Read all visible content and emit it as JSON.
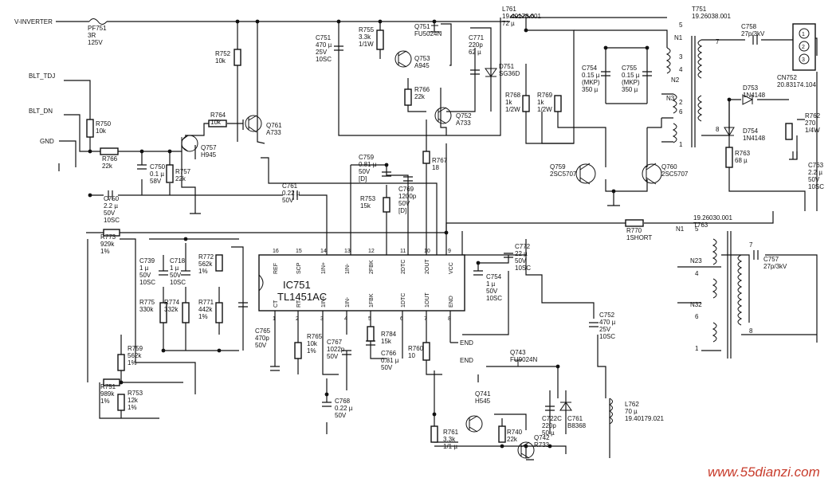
{
  "net_labels": {
    "vinverter": "V-INVERTER",
    "blt_tdj": "BLT_TDJ",
    "blt_dn": "BLT_DN",
    "gnd": "GND",
    "end1": "END",
    "end2": "END"
  },
  "ic": {
    "ref": "IC751",
    "part": "TL1451AC",
    "top_pins": [
      {
        "num": "16",
        "name": "REF"
      },
      {
        "num": "15",
        "name": "SCP"
      },
      {
        "num": "14",
        "name": "1IN+"
      },
      {
        "num": "13",
        "name": "1IN-"
      },
      {
        "num": "12",
        "name": "2FBK"
      },
      {
        "num": "11",
        "name": "2DTC"
      },
      {
        "num": "10",
        "name": "2OUT"
      },
      {
        "num": "9",
        "name": "VCC"
      }
    ],
    "bottom_pins": [
      {
        "num": "1",
        "name": "CT"
      },
      {
        "num": "2",
        "name": "RT"
      },
      {
        "num": "3",
        "name": "1IN+"
      },
      {
        "num": "4",
        "name": "1IN-"
      },
      {
        "num": "5",
        "name": "1FBK"
      },
      {
        "num": "6",
        "name": "1DTC"
      },
      {
        "num": "7",
        "name": "1OUT"
      },
      {
        "num": "8",
        "name": "END"
      }
    ]
  },
  "components": [
    {
      "id": "pf751",
      "l1": "PF751",
      "l2": "3R",
      "l3": "125V"
    },
    {
      "id": "r752",
      "l1": "R752",
      "l2": "10k"
    },
    {
      "id": "r750",
      "l1": "R750",
      "l2": "10k"
    },
    {
      "id": "r766a",
      "l1": "R766",
      "l2": "22k"
    },
    {
      "id": "c750",
      "l1": "C750",
      "l2": "0.1 µ",
      "l3": "58V"
    },
    {
      "id": "r757",
      "l1": "R757",
      "l2": "22k"
    },
    {
      "id": "q757",
      "l1": "Q757",
      "l2": "H945"
    },
    {
      "id": "r764",
      "l1": "R764",
      "l2": "10k"
    },
    {
      "id": "q761",
      "l1": "Q761",
      "l2": "A733"
    },
    {
      "id": "c751",
      "l1": "C751",
      "l2": "470 µ",
      "l3": "25V",
      "l4": "10SC"
    },
    {
      "id": "r755",
      "l1": "R755",
      "l2": "3.3k",
      "l3": "1/1W"
    },
    {
      "id": "q753",
      "l1": "Q753",
      "l2": "A945"
    },
    {
      "id": "r766b",
      "l1": "R766",
      "l2": "22k"
    },
    {
      "id": "q751",
      "l1": "Q751",
      "l2": "FU5024N"
    },
    {
      "id": "c771",
      "l1": "C771",
      "l2": "220p",
      "l3": "62 µ"
    },
    {
      "id": "d751",
      "l1": "D751",
      "l2": "SG36D"
    },
    {
      "id": "q752",
      "l1": "Q752",
      "l2": "A733"
    },
    {
      "id": "l761",
      "l1": "L761",
      "l2": "19.40178.001",
      "l3": "72 µ"
    },
    {
      "id": "r768",
      "l1": "R768",
      "l2": "1k",
      "l3": "1/2W"
    },
    {
      "id": "r769",
      "l1": "R769",
      "l2": "1k",
      "l3": "1/2W"
    },
    {
      "id": "c754a",
      "l1": "C754",
      "l2": "0.15 µ",
      "l3": "(MKP)",
      "l4": "350 µ"
    },
    {
      "id": "c755",
      "l1": "C755",
      "l2": "0.15 µ",
      "l3": "(MKP)",
      "l4": "350 µ"
    },
    {
      "id": "t751",
      "l1": "T751",
      "l2": "19.26038.001"
    },
    {
      "id": "c758",
      "l1": "C758",
      "l2": "27p/3kV"
    },
    {
      "id": "cn752",
      "l1": "CN752",
      "l2": "20.83174.104"
    },
    {
      "id": "d753",
      "l1": "D753",
      "l2": "1N4148"
    },
    {
      "id": "d754",
      "l1": "D754",
      "l2": "1N4148"
    },
    {
      "id": "r762",
      "l1": "R762",
      "l2": "270",
      "l3": "1/4W"
    },
    {
      "id": "r763",
      "l1": "R763",
      "l2": "68 µ"
    },
    {
      "id": "c763",
      "l1": "C763",
      "l2": "2.2 µ",
      "l3": "50V",
      "l4": "10SC"
    },
    {
      "id": "q759",
      "l1": "Q759",
      "l2": "2SC5707"
    },
    {
      "id": "q760",
      "l1": "Q760",
      "l2": "2SC5707"
    },
    {
      "id": "c759",
      "l1": "C759",
      "l2": "0.81 µ",
      "l3": "50V",
      "l4": "[D]"
    },
    {
      "id": "r767",
      "l1": "R767",
      "l2": "18"
    },
    {
      "id": "c769",
      "l1": "C769",
      "l2": "1200p",
      "l3": "50V",
      "l4": "[D]"
    },
    {
      "id": "r753a",
      "l1": "R753",
      "l2": "15k"
    },
    {
      "id": "c761",
      "l1": "C761",
      "l2": "0.22 µ",
      "l3": "50V"
    },
    {
      "id": "c750b",
      "l1": "C750",
      "l2": "2.2 µ",
      "l3": "50V",
      "l4": "10SC"
    },
    {
      "id": "r770",
      "l1": "R770",
      "l2": "1SHORT"
    },
    {
      "id": "t763",
      "l1": "19.26030.001",
      "l2": "T763"
    },
    {
      "id": "r773",
      "l1": "R773",
      "l2": "929k",
      "l3": "1%"
    },
    {
      "id": "c739",
      "l1": "C739",
      "l2": "1 µ",
      "l3": "50V",
      "l4": "10SC"
    },
    {
      "id": "c718",
      "l1": "C718",
      "l2": "1 µ",
      "l3": "50V",
      "l4": "10SC"
    },
    {
      "id": "r772",
      "l1": "R772",
      "l2": "562k",
      "l3": "1%"
    },
    {
      "id": "r775",
      "l1": "R775",
      "l2": "330k"
    },
    {
      "id": "r774",
      "l1": "R774",
      "l2": "332k"
    },
    {
      "id": "r771",
      "l1": "R771",
      "l2": "442k",
      "l3": "1%"
    },
    {
      "id": "c772",
      "l1": "C772",
      "l2": "22 µ",
      "l3": "50V",
      "l4": "10SC"
    },
    {
      "id": "c754b",
      "l1": "C754",
      "l2": "1 µ",
      "l3": "50V",
      "l4": "10SC"
    },
    {
      "id": "c757",
      "l1": "C757",
      "l2": "27p/3kV"
    },
    {
      "id": "r759",
      "l1": "R759",
      "l2": "562k",
      "l3": "1%"
    },
    {
      "id": "c765",
      "l1": "C765",
      "l2": "470p",
      "l3": "50V"
    },
    {
      "id": "r765",
      "l1": "R765",
      "l2": "10k",
      "l3": "1%"
    },
    {
      "id": "c767",
      "l1": "C767",
      "l2": "1022p",
      "l3": "50V"
    },
    {
      "id": "r784",
      "l1": "R784",
      "l2": "15k"
    },
    {
      "id": "c766",
      "l1": "C766",
      "l2": "0.81 µ",
      "l3": "50V"
    },
    {
      "id": "r760",
      "l1": "R760",
      "l2": "10"
    },
    {
      "id": "c752",
      "l1": "C752",
      "l2": "470 µ",
      "l3": "25V",
      "l4": "10SC"
    },
    {
      "id": "q743",
      "l1": "Q743",
      "l2": "FU9024N"
    },
    {
      "id": "r751",
      "l1": "R751",
      "l2": "989k",
      "l3": "1%"
    },
    {
      "id": "r753b",
      "l1": "R753",
      "l2": "12k",
      "l3": "1%"
    },
    {
      "id": "c768",
      "l1": "C768",
      "l2": "0.22 µ",
      "l3": "50V"
    },
    {
      "id": "q741",
      "l1": "Q741",
      "l2": "H545"
    },
    {
      "id": "r761",
      "l1": "R761",
      "l2": "3.3k",
      "l3": "1/1 µ"
    },
    {
      "id": "r740",
      "l1": "R740",
      "l2": "22k"
    },
    {
      "id": "c722",
      "l1": "C722C",
      "l2": "220p",
      "l3": "50 µ"
    },
    {
      "id": "c761b",
      "l1": "C761",
      "l2": "B8368"
    },
    {
      "id": "q742",
      "l1": "Q742",
      "l2": "R733"
    },
    {
      "id": "l762",
      "l1": "L762",
      "l2": "70 µ",
      "l3": "19.40179.021"
    }
  ],
  "winding_labels": {
    "t751": [
      {
        "id": "n1",
        "text": "N1"
      },
      {
        "id": "n2",
        "text": "N2"
      },
      {
        "id": "n3",
        "text": "N3"
      },
      {
        "id": "p5",
        "text": "5"
      },
      {
        "id": "p3",
        "text": "3"
      },
      {
        "id": "p4",
        "text": "4"
      },
      {
        "id": "p2",
        "text": "2"
      },
      {
        "id": "p6",
        "text": "6"
      },
      {
        "id": "p1",
        "text": "1"
      },
      {
        "id": "p7",
        "text": "7"
      },
      {
        "id": "p8",
        "text": "8"
      }
    ],
    "t763": [
      {
        "id": "n1",
        "text": "N1"
      },
      {
        "id": "n23",
        "text": "N23"
      },
      {
        "id": "n32",
        "text": "N32"
      },
      {
        "id": "p5",
        "text": "5"
      },
      {
        "id": "p4",
        "text": "4"
      },
      {
        "id": "p6",
        "text": "6"
      },
      {
        "id": "p1",
        "text": "1"
      },
      {
        "id": "p7",
        "text": "7"
      },
      {
        "id": "p8",
        "text": "8"
      }
    ],
    "cn752": [
      "1",
      "2",
      "3"
    ]
  },
  "watermark": "www.55dianzi.com"
}
